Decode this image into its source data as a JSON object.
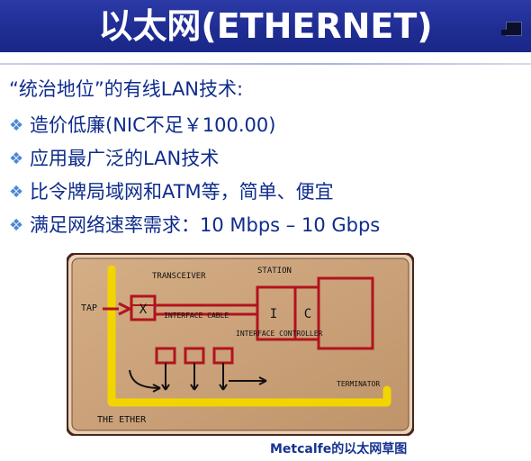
{
  "slide": {
    "title": "以太网(ETHERNET)",
    "intro": "“统治地位”的有线LAN技术:",
    "bullets": [
      "造价低廉(NIC不足￥100.00)",
      "应用最广泛的LAN技术",
      "比令牌局域网和ATM等，简单、便宜",
      "满足网络速率需求：10 Mbps – 10 Gbps"
    ],
    "caption": "Metcalfe的以太网草图"
  },
  "sketch": {
    "labels": {
      "transceiver": "TRANSCEIVER",
      "station": "STATION",
      "tap": "TAP",
      "x": "X",
      "interface_cable": "INTERFACE CABLE",
      "i": "I",
      "c": "C",
      "interface_controller": "INTERFACE CONTROLLER",
      "terminator": "TERMINATOR",
      "the_ether": "THE ETHER"
    }
  },
  "colors": {
    "title_bg": "#1f2d93",
    "title_text": "#ffffff",
    "body_text": "#0f2c8c",
    "bullet": "#4a86d6",
    "sketch_bg": "#c9a178",
    "sketch_border": "#5a2a1b",
    "ether": "#f2d400",
    "ink_red": "#b1131e",
    "caption": "#16338f"
  }
}
